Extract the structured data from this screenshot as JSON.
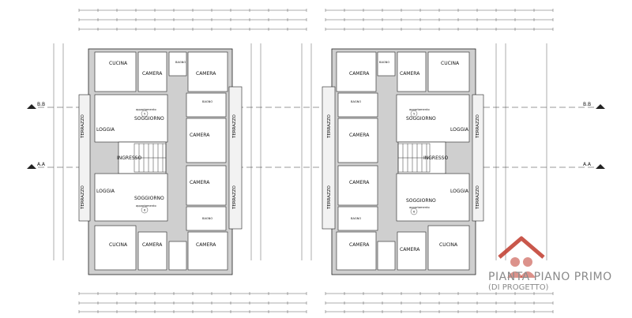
{
  "labels": {
    "cucina": "CUCINA",
    "camera": "CAMERA",
    "bagno": "BAGNO",
    "soggiorno": "SOGGIORNO",
    "loggia": "LOGGIA",
    "ingresso": "INGRESSO",
    "terrazzo": "TERRAZZO",
    "appartamento": "appartamento"
  },
  "axis_labels": {
    "a": "A.A",
    "b": "B.B"
  },
  "apartment_numbers": [
    "5",
    "6"
  ],
  "caption": {
    "title": "PIANTA PIANO PRIMO",
    "subtitle": "(DI PROGETTO)"
  },
  "colors": {
    "logo": "#c0392b",
    "caption": "#8a8a8a"
  }
}
